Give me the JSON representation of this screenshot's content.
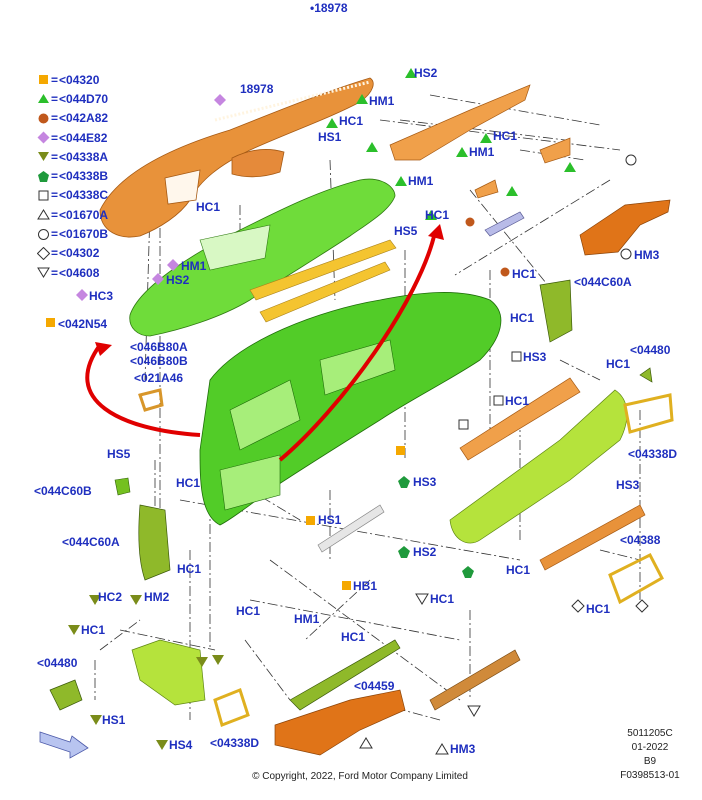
{
  "top_ref": "18978",
  "legend": [
    {
      "shape": "square",
      "color": "#f5a800",
      "code": "<04320"
    },
    {
      "shape": "triangle-up",
      "color": "#2bbf2b",
      "code": "<044D70"
    },
    {
      "shape": "circle",
      "color": "#c0581c",
      "code": "<042A82"
    },
    {
      "shape": "diamond",
      "color": "#c586e0",
      "code": "<044E82"
    },
    {
      "shape": "triangle-down",
      "color": "#7a8c1a",
      "code": "<04338A"
    },
    {
      "shape": "pentagon",
      "color": "#1f9a3c",
      "code": "<04338B"
    },
    {
      "shape": "square-outline",
      "color": "#333333",
      "code": "<04338C"
    },
    {
      "shape": "triangle-up-outline",
      "color": "#333333",
      "code": "<01670A"
    },
    {
      "shape": "circle-outline",
      "color": "#333333",
      "code": "<01670B"
    },
    {
      "shape": "diamond-outline",
      "color": "#333333",
      "code": "<04302"
    },
    {
      "shape": "triangle-down-outline",
      "color": "#333333",
      "code": "<04608"
    }
  ],
  "labels": {
    "hs2_top": "HS2",
    "hm1_top": "HM1",
    "hc1_top": "HC1",
    "hc1_right": "HC1",
    "hm1_right": "HM1",
    "hm1_mid": "HM1",
    "hc1_mid": "HC1",
    "n18978_pad": "18978",
    "hs1_top": "HS1",
    "hc1_left": "HC1",
    "hs5_top": "HS5",
    "hm1_left": "HM1",
    "hs2_left": "HS2",
    "hc3_left": "HC3",
    "n042N54": "<042N54",
    "hm3_right": "HM3",
    "hc1_bracket": "HC1",
    "n044C60A_r": "<044C60A",
    "hc1_bracket2": "HC1",
    "n046B80A": "<046B80A",
    "n046B80B": "<046B80B",
    "n021A46": "<021A46",
    "hs3_mid": "HS3",
    "hc1_mid2": "HC1",
    "n04480_r": "<04480",
    "hc1_r2": "HC1",
    "n04338D_r": "<04338D",
    "hs3_r": "HS3",
    "n04388": "<04388",
    "hc1_r3": "HC1",
    "hc1_r4": "HC1",
    "hs5_left": "HS5",
    "n044C60B": "<044C60B",
    "hc1_l2": "HC1",
    "hs3_c": "HS3",
    "hs1_c": "HS1",
    "n044C60A_l": "<044C60A",
    "hc1_l3": "HC1",
    "hs2_c": "HS2",
    "hb1": "HB1",
    "hc1_bot": "HC1",
    "hc2_bot": "HC2",
    "hm2_bot": "HM2",
    "hc1_bl": "HC1",
    "hc1_b2": "HC1",
    "hm1_b": "HM1",
    "hc1_b3": "HC1",
    "n04480_l": "<04480",
    "n04459": "<04459",
    "hs1_b": "HS1",
    "hs4_b": "HS4",
    "n04338D_b": "<04338D",
    "hm3_b": "HM3"
  },
  "info": {
    "code": "5011205C",
    "date": "01-2022",
    "rev": "B9",
    "figure": "F0398513-01"
  },
  "copyright": "© Copyright, 2022, Ford Motor Company Limited",
  "colors": {
    "label_blue": "#1f2fbf",
    "orange_part": "#e8923a",
    "green_part": "#6fdc3a",
    "lime_part": "#b5e33c",
    "yellow_part": "#f4c430",
    "red_arrow": "#e00000"
  }
}
